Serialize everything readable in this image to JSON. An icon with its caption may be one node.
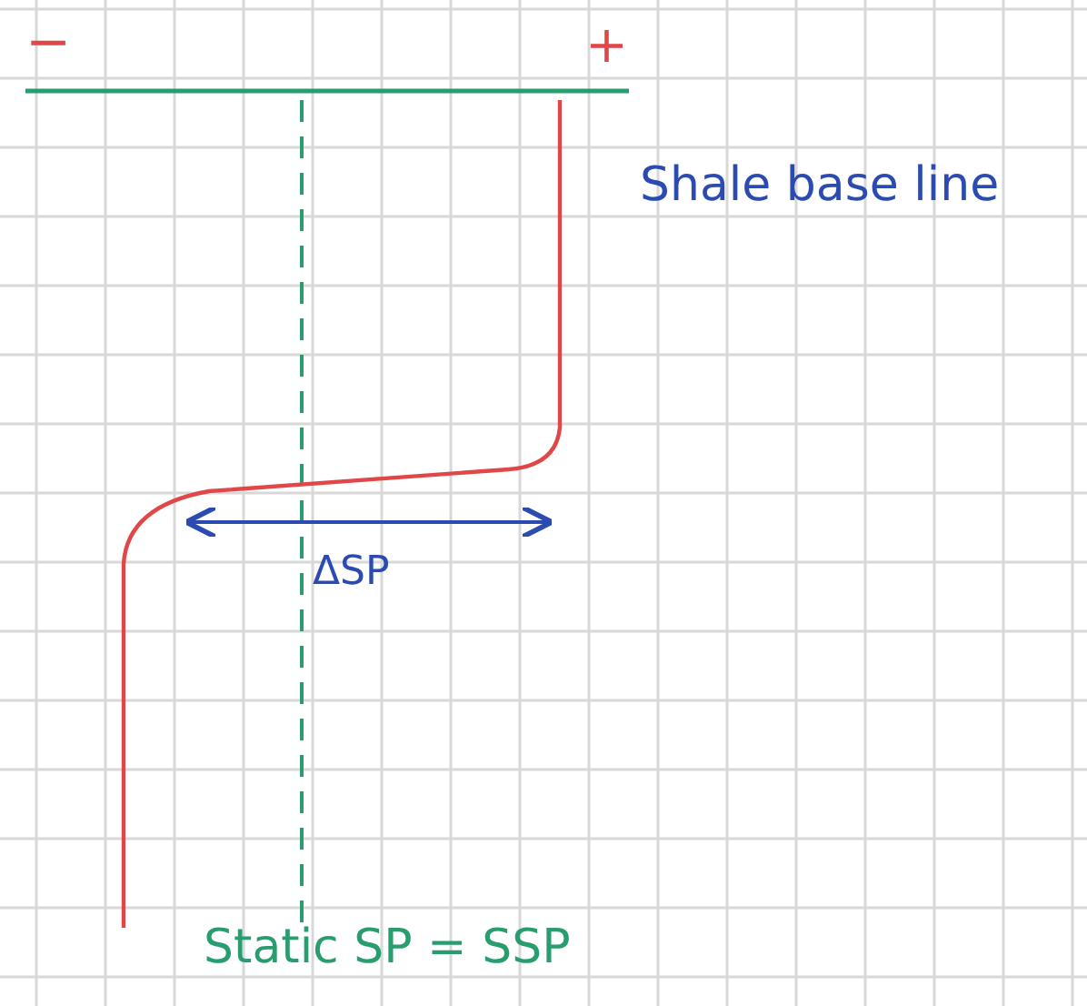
{
  "diagram": {
    "labels": [
      "−",
      "+",
      "Shale base line",
      "ΔSP",
      "Static SP = SSP"
    ]
  }
}
